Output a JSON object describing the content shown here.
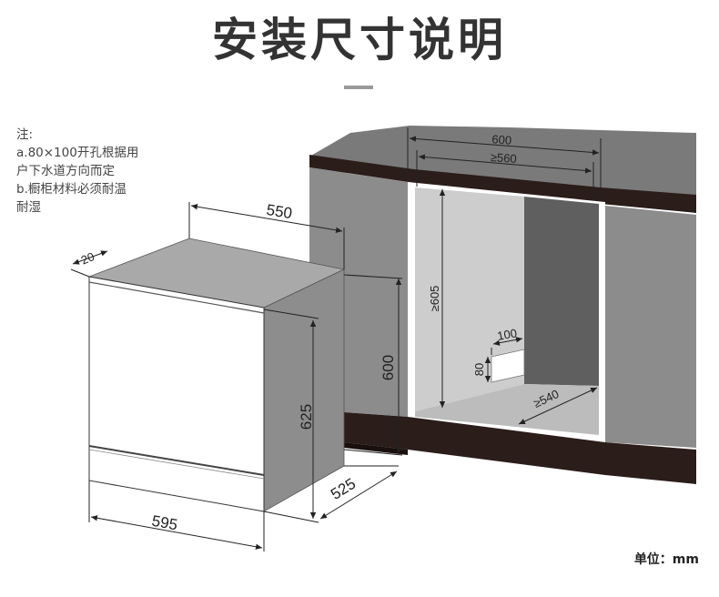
{
  "title": "安装尺寸说明",
  "notes": {
    "heading": "注:",
    "lines": [
      "a.80×100开孔根据用",
      "户下水道方向而定",
      "b.橱柜材料必须耐温",
      "耐湿"
    ]
  },
  "unit_label": "单位：mm",
  "dimensions": {
    "cabinet_width": "600",
    "opening_width": "≥560",
    "opening_height": "≥605",
    "hole_width": "100",
    "hole_height": "80",
    "opening_depth": "≥540",
    "cabinet_height": "600",
    "appliance_depth": "550",
    "door_thickness": "20",
    "appliance_height": "625",
    "appliance_width": "595",
    "body_depth": "525"
  },
  "colors": {
    "cabinet_gray": "#8c8c8c",
    "countertop": "#7a7a7a",
    "dark_strip": "#2b1d1a",
    "niche_back": "#5e5e5e",
    "niche_wall": "#c9c9c9",
    "appliance_top": "#a6a6a6",
    "appliance_side": "#8d8d8d",
    "appliance_front": "#ffffff"
  }
}
